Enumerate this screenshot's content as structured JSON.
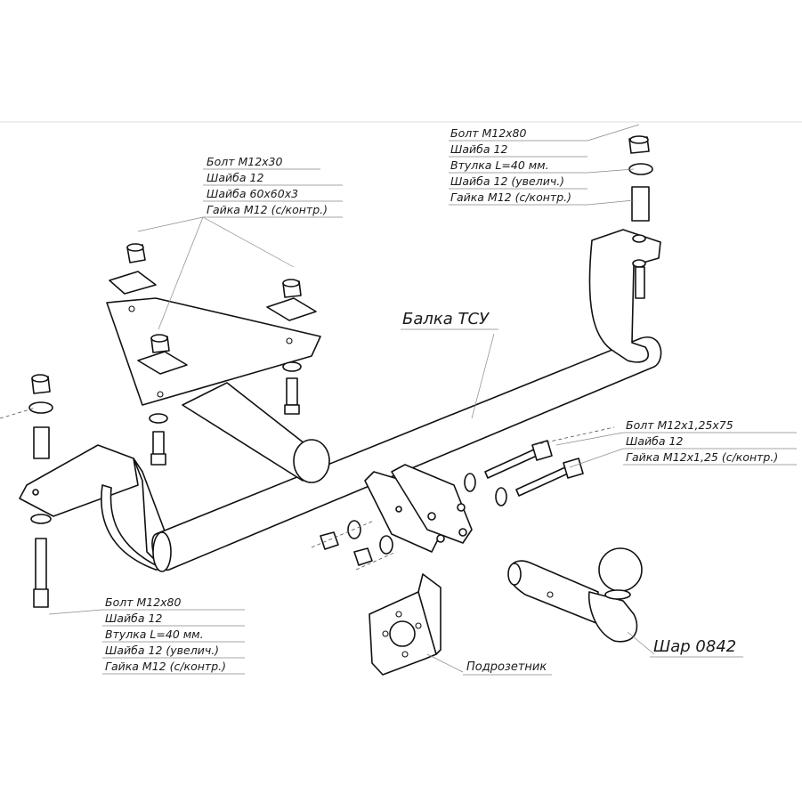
{
  "groups": {
    "top_left": [
      "Болт М12х30",
      "Шайба 12",
      "Шайба 60х60х3",
      "Гайка М12 (с/контр.)"
    ],
    "top_right": [
      "Болт М12х80",
      "Шайба 12",
      "Втулка L=40 мм.",
      "Шайба 12 (увелич.)",
      "Гайка М12 (с/контр.)"
    ],
    "mid_right": [
      "Болт М12х1,25х75",
      "Шайба 12",
      "Гайка М12х1,25 (с/контр.)"
    ],
    "bottom_left": [
      "Болт М12х80",
      "Шайба 12",
      "Втулка L=40 мм.",
      "Шайба 12 (увелич.)",
      "Гайка М12 (с/контр.)"
    ]
  },
  "labels": {
    "beam": "Балка ТСУ",
    "socket_bracket": "Подрозетник",
    "ball": "Шар 0842"
  }
}
